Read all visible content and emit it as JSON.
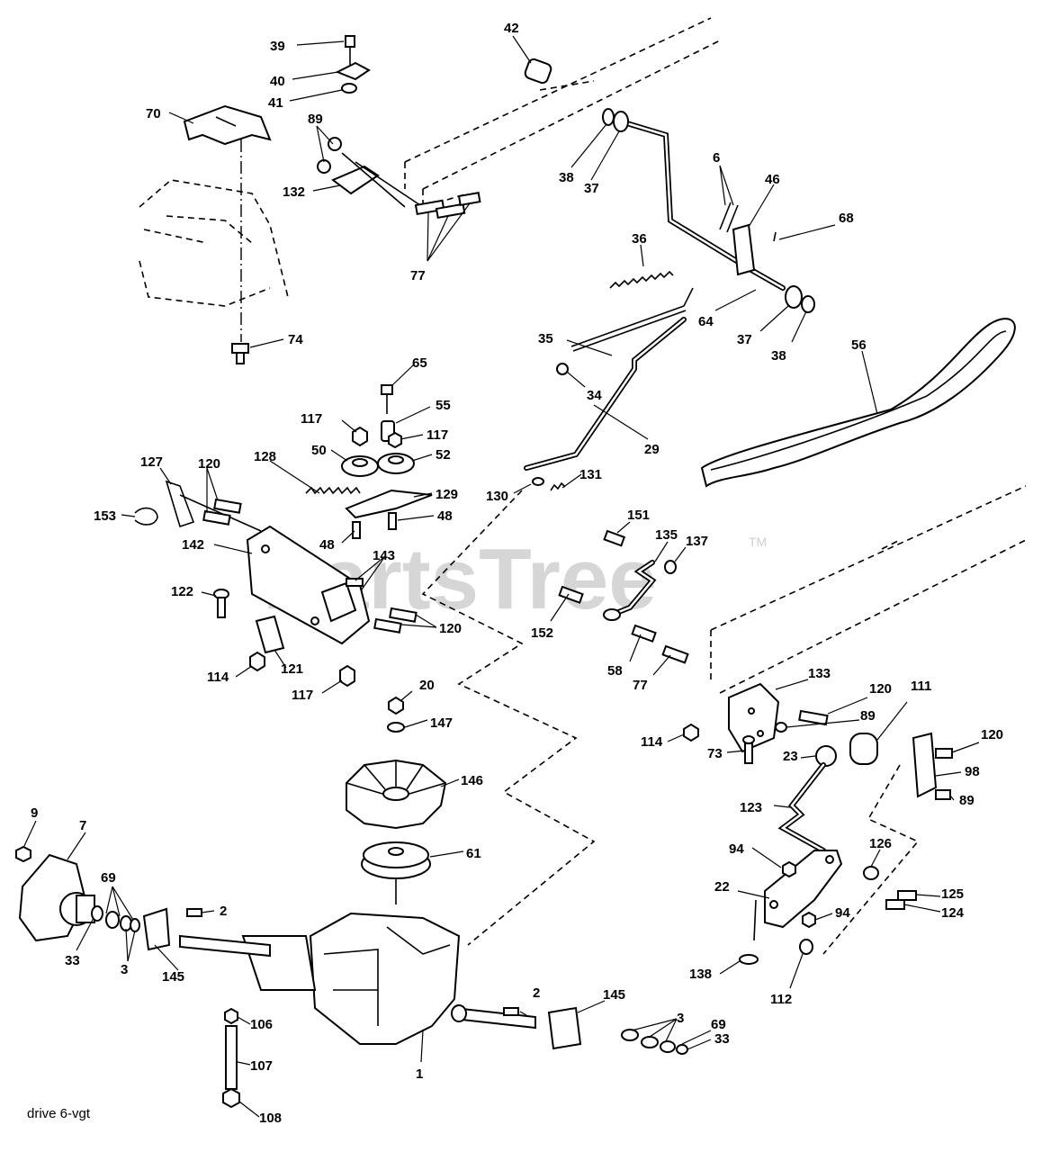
{
  "diagram": {
    "caption": "drive  6-vgt",
    "watermark": "PartsTree",
    "trademark": "TM"
  },
  "callouts": [
    "39",
    "40",
    "41",
    "70",
    "89",
    "132",
    "77",
    "74",
    "42",
    "38",
    "37",
    "6",
    "46",
    "68",
    "36",
    "64",
    "37",
    "38",
    "56",
    "35",
    "34",
    "29",
    "65",
    "55",
    "117",
    "117",
    "50",
    "52",
    "128",
    "129",
    "48",
    "48",
    "127",
    "120",
    "153",
    "142",
    "143",
    "122",
    "120",
    "114",
    "121",
    "117",
    "130",
    "131",
    "151",
    "135",
    "137",
    "152",
    "58",
    "77",
    "133",
    "120",
    "89",
    "111",
    "120",
    "114",
    "73",
    "23",
    "98",
    "89",
    "20",
    "147",
    "146",
    "61",
    "9",
    "7",
    "69",
    "33",
    "3",
    "2",
    "145",
    "123",
    "94",
    "126",
    "22",
    "125",
    "124",
    "94",
    "138",
    "112",
    "2",
    "145",
    "3",
    "69",
    "33",
    "106",
    "107",
    "108",
    "1"
  ]
}
